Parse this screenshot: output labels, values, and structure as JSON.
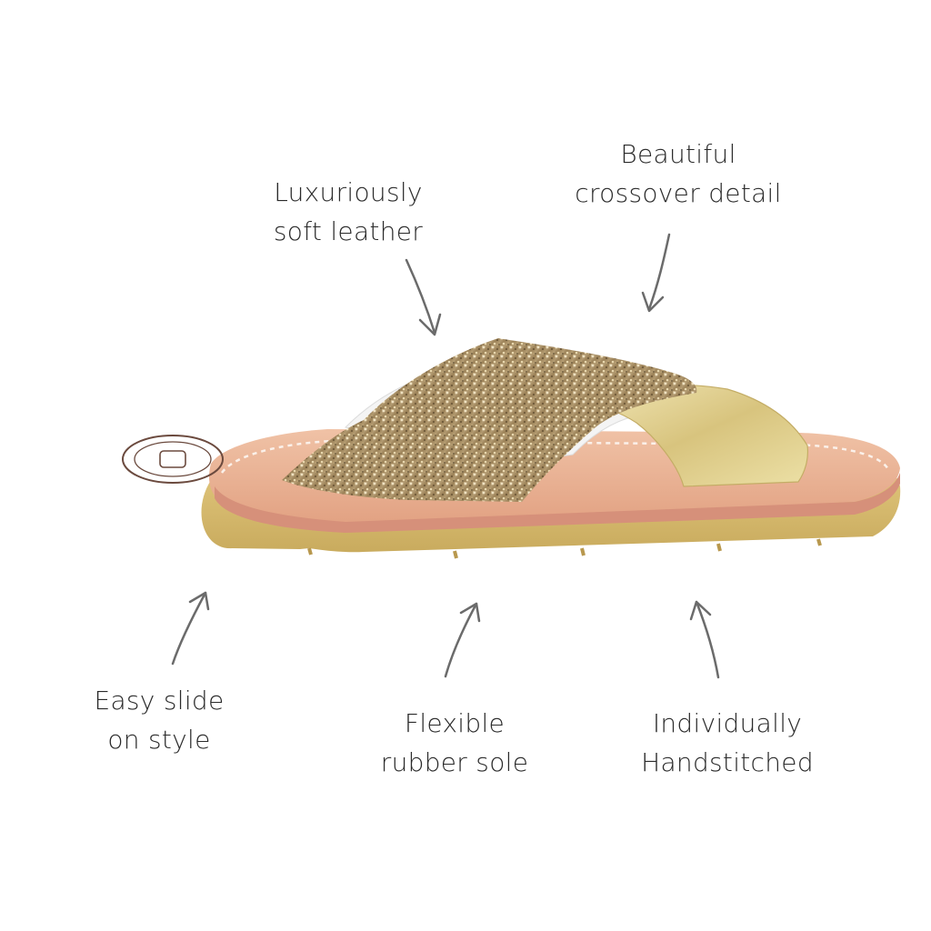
{
  "callouts": {
    "leather": {
      "line1": "Luxuriously",
      "line2": "soft leather"
    },
    "crossover": {
      "line1": "Beautiful",
      "line2": "crossover detail"
    },
    "slide": {
      "line1": "Easy slide",
      "line2": "on style"
    },
    "sole": {
      "line1": "Flexible",
      "line2": "rubber sole"
    },
    "stitch": {
      "line1": "Individually",
      "line2": "Handstitched"
    }
  },
  "colors": {
    "text": "#2a2a2a",
    "arrow": "#6b6b6b",
    "sole_rubber": "#d8bd72",
    "footbed": "#e8b49a",
    "footbed_edge": "#d48f74",
    "glitter_strap": "#b39a70",
    "metallic_strap": "#e2d49a",
    "lining": "#f2f2f2"
  },
  "icons": {
    "logo_stamp": "brand-stamp-icon",
    "arrows": "arrow-icon"
  }
}
